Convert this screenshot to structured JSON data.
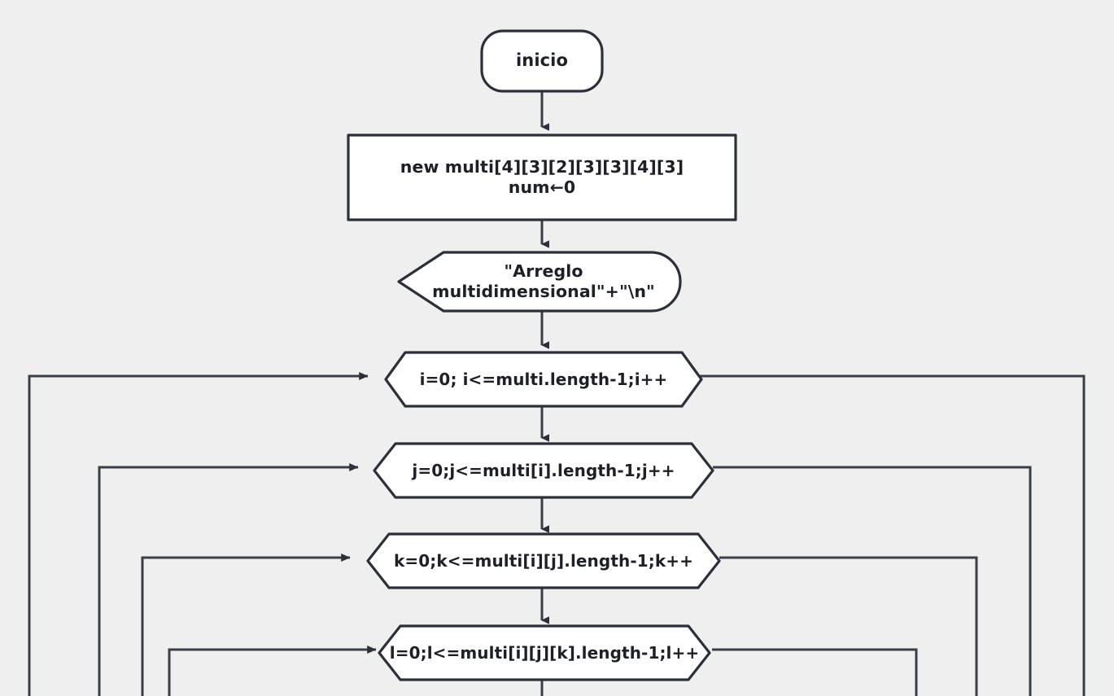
{
  "diagram": {
    "title": "Arreglo multidimensional - diagrama de flujo",
    "background_color": "#efefef",
    "shape_fill_color": "#ffffff",
    "shape_stroke_color": "#2b303a",
    "connector_color": "#3a3f47",
    "text_color": "#1d2026"
  },
  "nodes": {
    "start": {
      "label": "inicio",
      "shape": "terminal"
    },
    "declare": {
      "label": "new multi[4][3][2][3][3][4][3]\nnum←0",
      "shape": "process"
    },
    "output": {
      "label": "\"Arreglo\nmultidimensional\"+\"\\n\"",
      "shape": "output"
    },
    "loop_i": {
      "label": "i=0; i<=multi.length-1;i++",
      "shape": "loop"
    },
    "loop_j": {
      "label": "j=0;j<=multi[i].length-1;j++",
      "shape": "loop"
    },
    "loop_k": {
      "label": "k=0;k<=multi[i][j].length-1;k++",
      "shape": "loop"
    },
    "loop_l": {
      "label": "l=0;l<=multi[i][j][k].length-1;l++",
      "shape": "loop"
    }
  },
  "connectors": {
    "start_to_declare": "arrow-down",
    "declare_to_output": "arrow-down",
    "output_to_loop_i": "arrow-down",
    "loop_i_to_loop_j": "arrow-down",
    "loop_j_to_loop_k": "arrow-down",
    "loop_k_to_loop_l": "arrow-down",
    "loop_l_exit_down": "line-down",
    "loop_i_back": "loop-return-outer",
    "loop_j_back": "loop-return-second",
    "loop_k_back": "loop-return-third",
    "loop_l_back": "loop-return-inner"
  }
}
